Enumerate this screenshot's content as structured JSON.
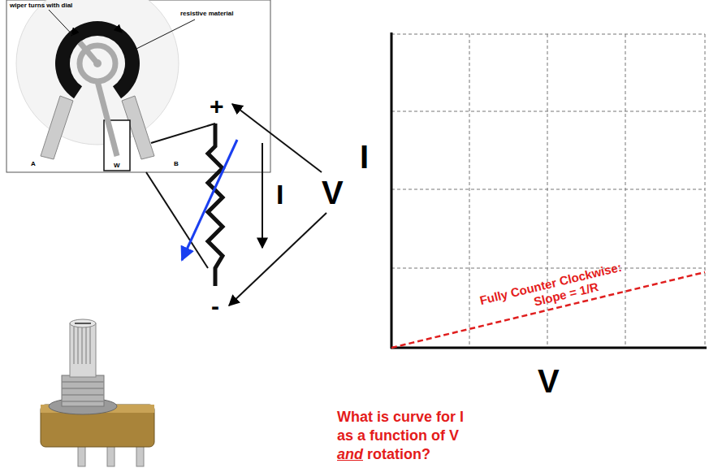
{
  "diagram": {
    "labels": [
      "wiper turns with dial",
      "resistive material",
      "A",
      "W",
      "B",
      "+",
      "-",
      "I",
      "V",
      "I",
      "V",
      "Fully Counter Clockwise:",
      "Slope = 1/R",
      "What is curve for I",
      "as a function of V",
      "and",
      "rotation?"
    ]
  }
}
